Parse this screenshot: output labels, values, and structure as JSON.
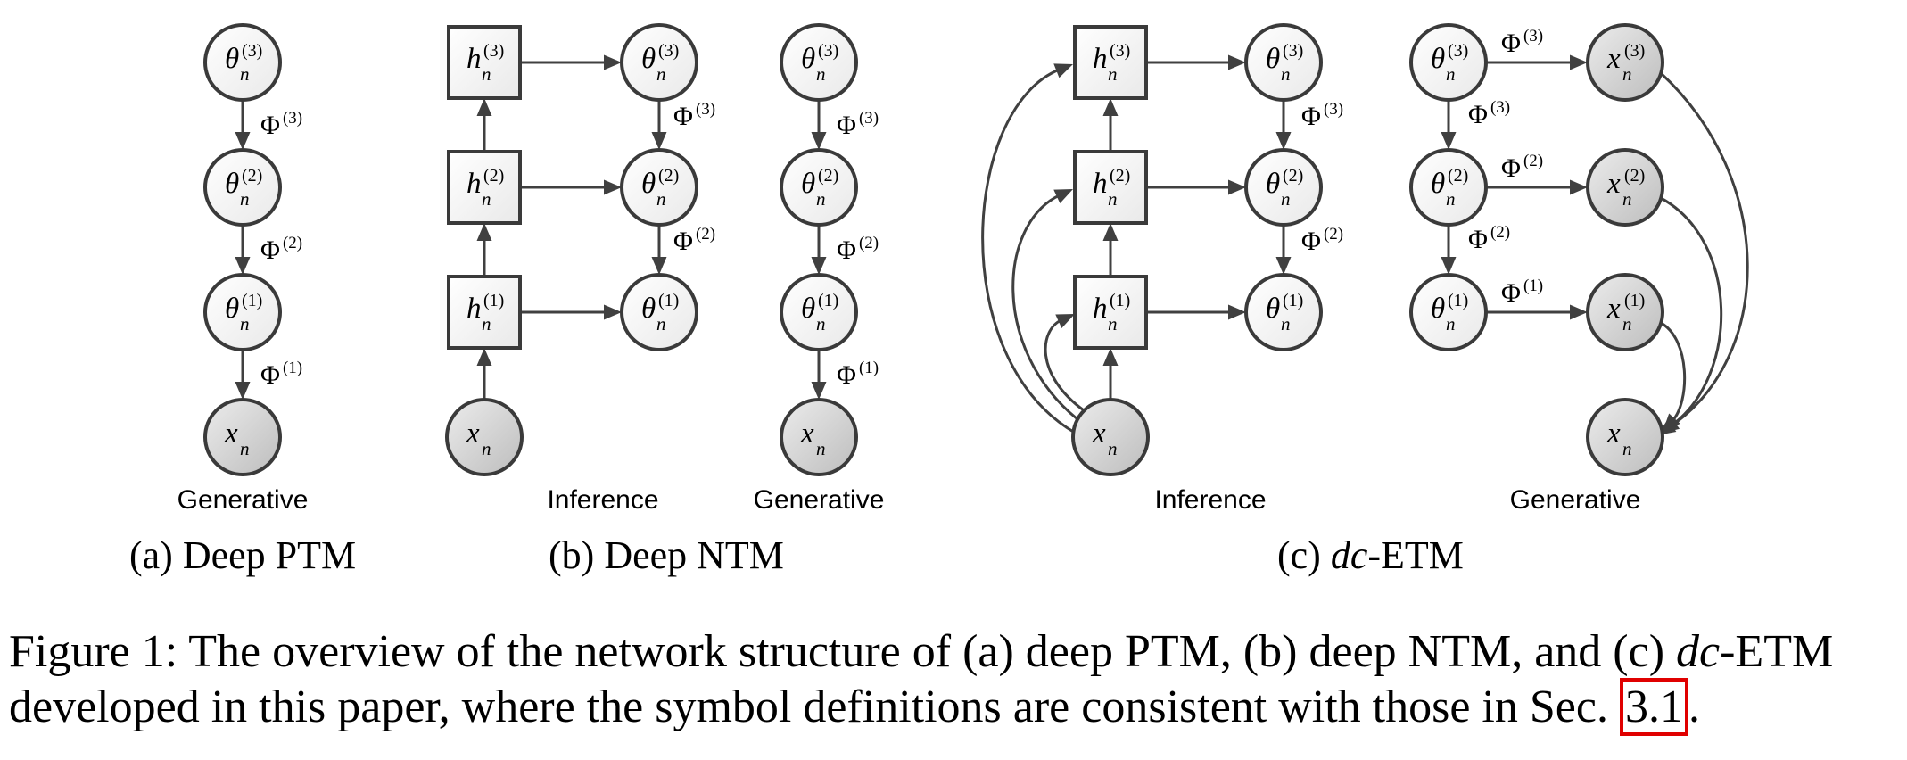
{
  "panels": {
    "a": {
      "label": "(a)",
      "name": "Deep PTM"
    },
    "b": {
      "label": "(b)",
      "name": "Deep NTM"
    },
    "c": {
      "label": "(c)",
      "name_italic": "dc",
      "name_rest": "-ETM"
    }
  },
  "section_labels": {
    "generative": "Generative",
    "inference": "Inference"
  },
  "symbols": {
    "theta": "θ",
    "h": "h",
    "x": "x",
    "phi": "Φ",
    "sub_n": "n",
    "sup3": "(3)",
    "sup2": "(2)",
    "sup1": "(1)"
  },
  "caption": {
    "prefix": "Figure 1: The overview of the network structure of (a) deep PTM, (b) deep NTM, and (c) ",
    "italic": "dc",
    "middle": "-ETM developed in this paper, where the symbol definitions are consistent with those in Sec. ",
    "ref": "3.1",
    "suffix": "."
  }
}
